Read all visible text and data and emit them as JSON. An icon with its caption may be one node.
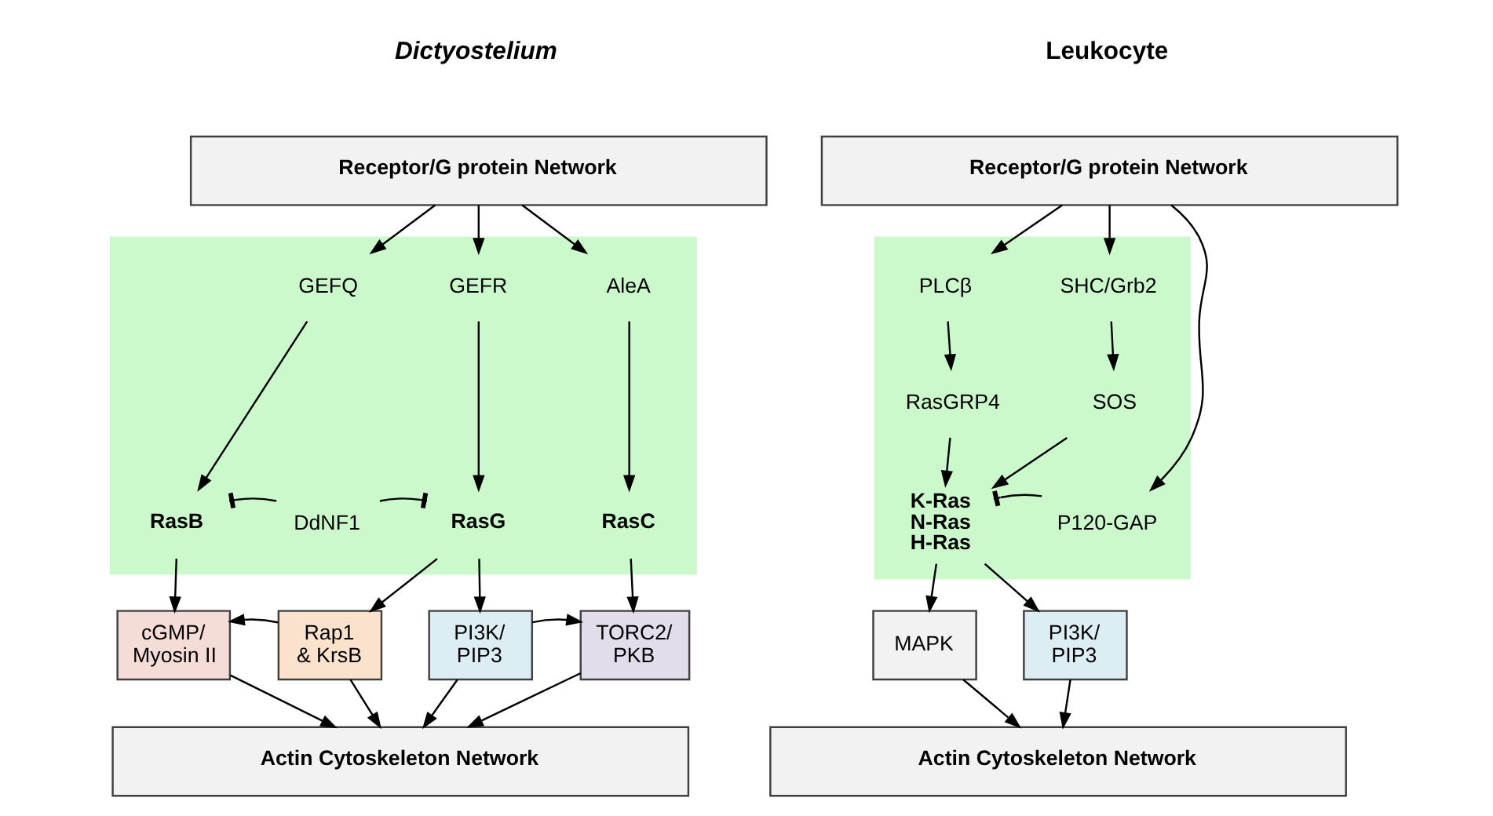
{
  "diagram": {
    "nodes": [
      {
        "text": [
          "Receptor/G protein Network"
        ]
      },
      {
        "text": [],
        "shape": "box"
      },
      {
        "text": [
          "GEFQ"
        ],
        "in": 1
      },
      {
        "text": [
          "GEFR"
        ],
        "in": 1
      },
      {
        "text": [
          "AleA"
        ],
        "in": 1
      },
      {
        "text": [
          "RasB"
        ],
        "in": 1
      },
      {
        "text": [
          "DdNF1"
        ],
        "in": 1
      },
      {
        "text": [
          "RasG"
        ],
        "in": 1
      },
      {
        "text": [
          "RasC"
        ],
        "in": 1
      },
      {
        "text": [
          "cGMP/ Myosin II"
        ]
      },
      {
        "text": [
          "Rap1 & KrsB"
        ]
      },
      {
        "text": [
          "PI3K/ PIP3"
        ]
      },
      {
        "text": [
          "TORC2/ PKB"
        ]
      },
      {
        "text": [
          "Actin Cytoskeleton Network"
        ]
      },
      {
        "text": [
          "Receptor/G protein Network"
        ]
      },
      {
        "text": [],
        "shape": "box"
      },
      {
        "text": [
          "PLCβ"
        ],
        "in": 15
      },
      {
        "text": [
          "SHC/Grb2"
        ],
        "in": 15
      },
      {
        "text": [
          "RasGRP4"
        ],
        "in": 15
      },
      {
        "text": [
          "SOS"
        ],
        "in": 15
      },
      {
        "text": [
          "P120-GAP"
        ],
        "in": 15
      },
      {
        "text": [
          "K-Ras N-Ras H-Ras"
        ],
        "in": 15
      },
      {
        "text": [
          "MAPK"
        ]
      },
      {
        "text": [
          "PI3K/ PIP3"
        ]
      },
      {
        "text": [
          "Actin Cytoskeleton Network"
        ]
      }
    ],
    "edges": [
      {
        "from": 0,
        "to": 2,
        "arrow": "to"
      },
      {
        "from": 0,
        "to": 3,
        "arrow": "to"
      },
      {
        "from": 0,
        "to": 4,
        "arrow": "to"
      },
      {
        "from": 2,
        "to": 5,
        "arrow": "to"
      },
      {
        "from": 3,
        "to": 7,
        "arrow": "to"
      },
      {
        "from": 4,
        "to": 8,
        "arrow": "to"
      },
      {
        "from": 6,
        "to": 5,
        "arrow": "other"
      },
      {
        "from": 6,
        "to": 7,
        "arrow": "other"
      },
      {
        "from": 5,
        "to": 9,
        "arrow": "to"
      },
      {
        "from": 7,
        "to": 10,
        "arrow": "to"
      },
      {
        "from": 7,
        "to": 11,
        "arrow": "to"
      },
      {
        "from": 8,
        "to": 12,
        "arrow": "to"
      },
      {
        "from": 10,
        "to": 9,
        "arrow": "to"
      },
      {
        "from": 11,
        "to": 12,
        "arrow": "to"
      },
      {
        "from": 9,
        "to": 13,
        "arrow": "to"
      },
      {
        "from": 10,
        "to": 13,
        "arrow": "to"
      },
      {
        "from": 11,
        "to": 13,
        "arrow": "to"
      },
      {
        "from": 12,
        "to": 13,
        "arrow": "to"
      },
      {
        "from": 14,
        "to": 20,
        "arrow": "to"
      },
      {
        "from": 14,
        "to": 16,
        "arrow": "to"
      },
      {
        "from": 14,
        "to": 17,
        "arrow": "to"
      },
      {
        "from": 16,
        "to": 18,
        "arrow": "to"
      },
      {
        "from": 17,
        "to": 19,
        "arrow": "to"
      },
      {
        "from": 18,
        "to": 21,
        "arrow": "to"
      },
      {
        "from": 19,
        "to": 21,
        "arrow": "to"
      },
      {
        "from": 20,
        "to": 21,
        "arrow": "other"
      },
      {
        "from": 21,
        "to": 22,
        "arrow": "to"
      },
      {
        "from": 21,
        "to": 23,
        "arrow": "to"
      },
      {
        "from": 22,
        "to": 24,
        "arrow": "to"
      },
      {
        "from": 23,
        "to": 24,
        "arrow": "to"
      }
    ],
    "labels": [
      "Dictyostelium",
      "Leukocyte"
    ]
  }
}
